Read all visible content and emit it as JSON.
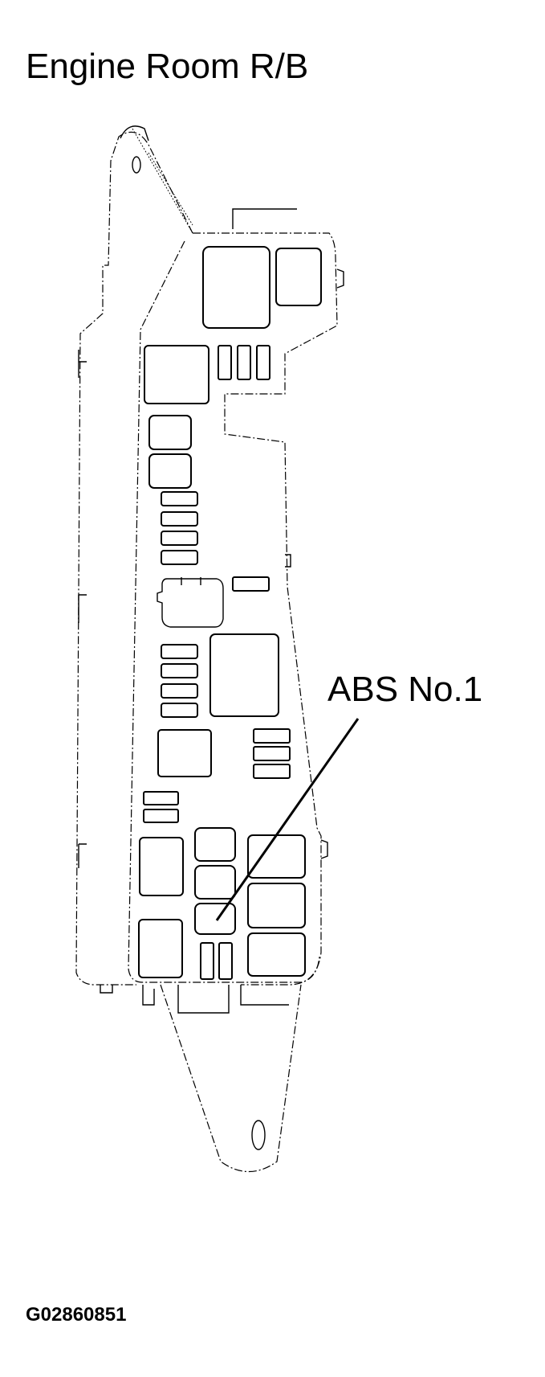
{
  "title": "Engine Room R/B",
  "callout": {
    "label": "ABS No.1"
  },
  "figure_id": "G02860851",
  "colors": {
    "ink": "#000000",
    "background": "#ffffff"
  }
}
